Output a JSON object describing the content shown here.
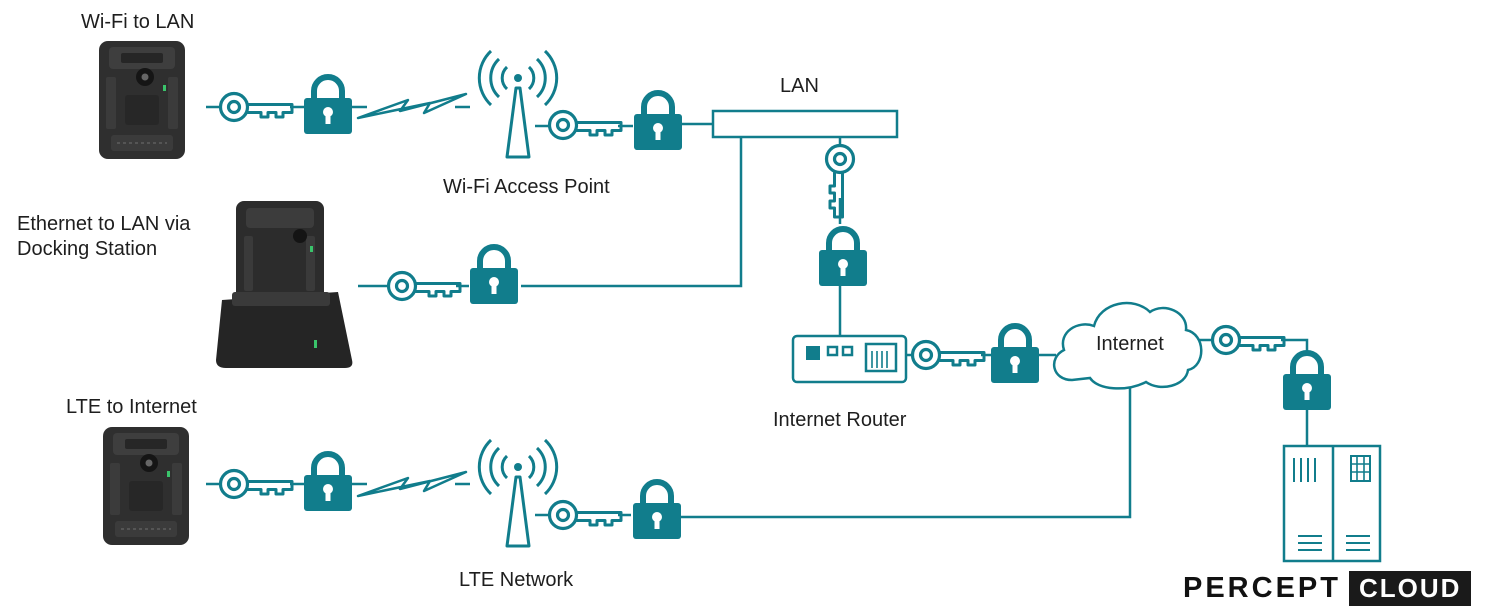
{
  "labels": {
    "wifi_to_lan": "Wi-Fi to LAN",
    "ethernet_line1": "Ethernet to LAN via",
    "ethernet_line2": "Docking Station",
    "lte_to_internet": "LTE to Internet",
    "wifi_access_point": "Wi-Fi Access Point",
    "lan": "LAN",
    "internet_router": "Internet Router",
    "internet": "Internet",
    "lte_network": "LTE Network"
  },
  "brand": {
    "word1": "PERCEPT",
    "word2": "CLOUD"
  },
  "colors": {
    "accent": "#117d8c",
    "device": "#2f2f2f",
    "text": "#1e1e1e"
  },
  "icons": [
    "key-icon",
    "lock-icon",
    "antenna-icon",
    "lightning-icon",
    "cloud-icon",
    "router-icon",
    "server-icon",
    "body-camera-icon",
    "docking-station-icon"
  ]
}
